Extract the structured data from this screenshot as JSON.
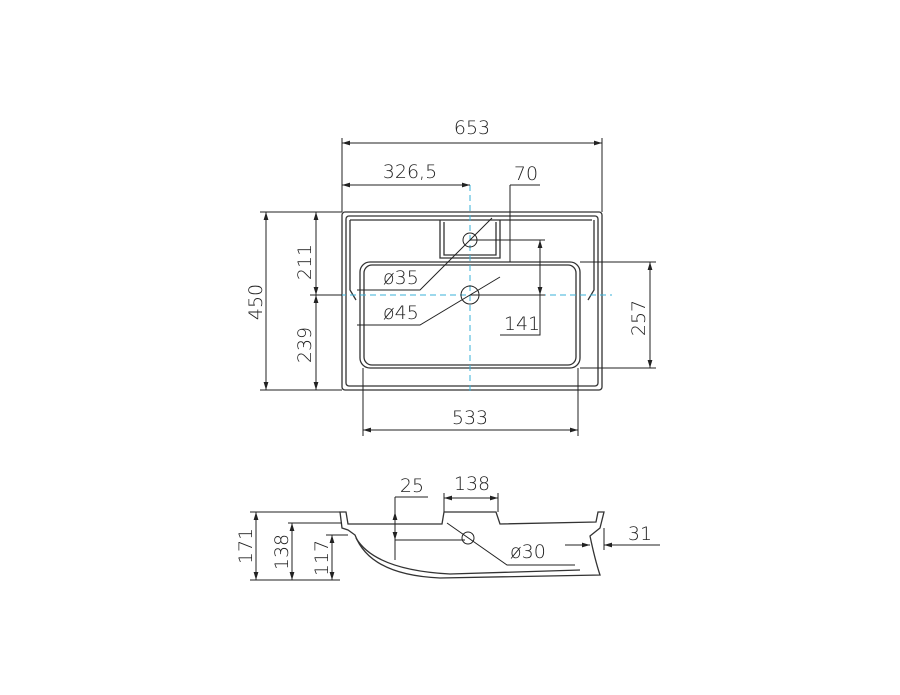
{
  "top_view": {
    "dim_total_width": "653",
    "dim_half_width": "326,5",
    "dim_hole_offset": "70",
    "dim_total_depth": "450",
    "dim_front_section": "211",
    "dim_back_section": "239",
    "dim_basin_depth": "257",
    "dim_drain_offset": "141",
    "dim_basin_width": "533",
    "tap_hole": "ø35",
    "drain_hole": "ø45"
  },
  "side_view": {
    "dim_total_height": "171",
    "dim_height_2": "138",
    "dim_height_3": "117",
    "dim_step": "25",
    "dim_notch_width": "138",
    "overflow_hole": "ø30",
    "dim_rim": "31"
  },
  "colors": {
    "line": "#222222",
    "centerline": "#3ab0d8"
  }
}
